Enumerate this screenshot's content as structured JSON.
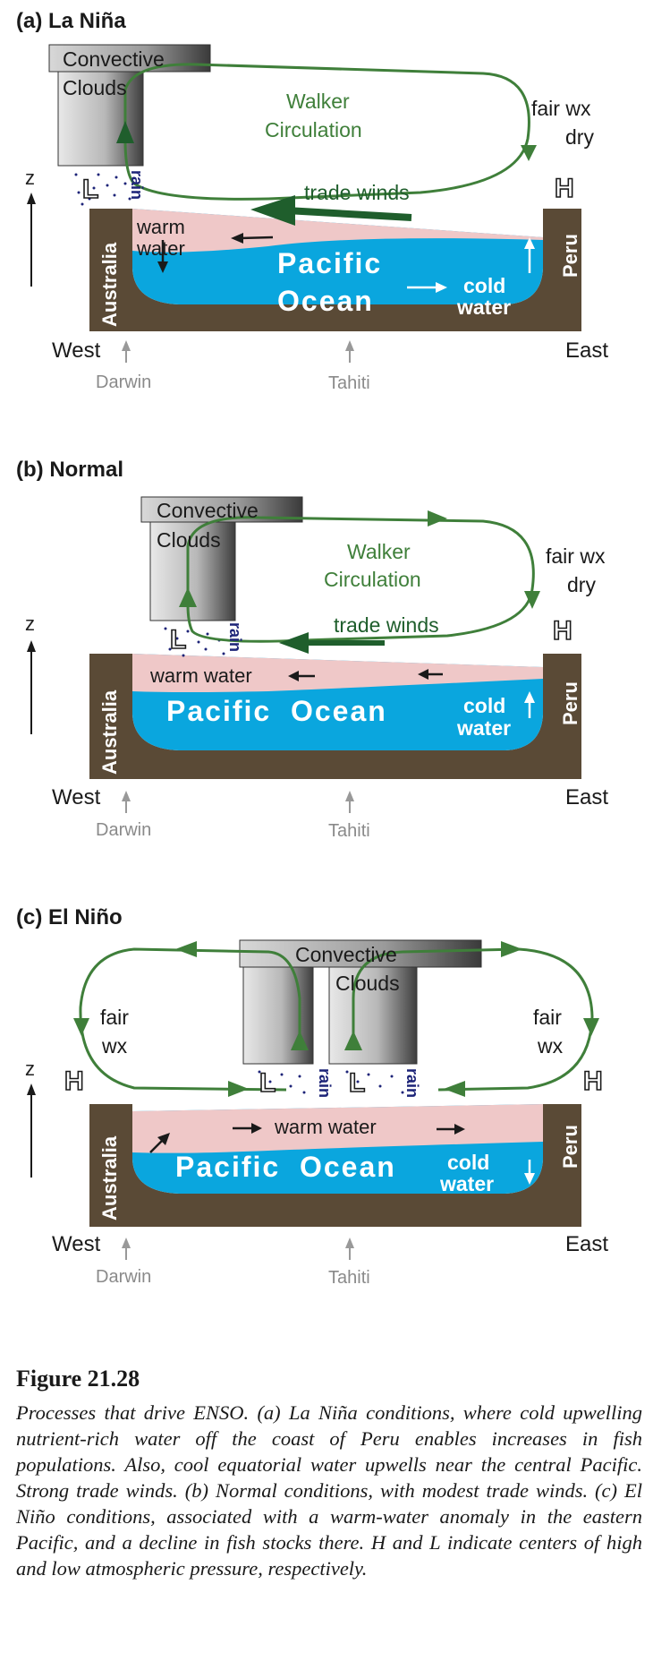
{
  "panels": {
    "a": {
      "title": "(a) La Niña",
      "conv_top": "Convective",
      "conv_bottom": "Clouds",
      "walker1": "Walker",
      "walker2": "Circulation",
      "fair1": "fair wx",
      "fair2": "dry",
      "trade": "trade winds",
      "rain": "rain",
      "warm1": "warm",
      "warm2": "water",
      "ocean1": "Pacific",
      "ocean2": "Ocean",
      "cold1": "cold",
      "cold2": "water",
      "australia": "Australia",
      "peru": "Peru",
      "H": "H",
      "L": "L",
      "z": "z",
      "west": "West",
      "east": "East",
      "darwin": "Darwin",
      "tahiti": "Tahiti"
    },
    "b": {
      "title": "(b) Normal",
      "conv_top": "Convective",
      "conv_bottom": "Clouds",
      "walker1": "Walker",
      "walker2": "Circulation",
      "fair1": "fair wx",
      "fair2": "dry",
      "trade": "trade winds",
      "rain": "rain",
      "warm": "warm water",
      "ocean": "Pacific  Ocean",
      "cold1": "cold",
      "cold2": "water",
      "australia": "Australia",
      "peru": "Peru",
      "H": "H",
      "L": "L",
      "z": "z",
      "west": "West",
      "east": "East",
      "darwin": "Darwin",
      "tahiti": "Tahiti"
    },
    "c": {
      "title": "(c) El Niño",
      "conv_top": "Convective",
      "conv_bottom": "Clouds",
      "fair_w1": "fair",
      "fair_w2": "wx",
      "fair_e1": "fair",
      "fair_e2": "wx",
      "rain": "rain",
      "warm": "warm water",
      "ocean": "Pacific  Ocean",
      "cold1": "cold",
      "cold2": "water",
      "australia": "Australia",
      "peru": "Peru",
      "H": "H",
      "L": "L",
      "z": "z",
      "west": "West",
      "east": "East",
      "darwin": "Darwin",
      "tahiti": "Tahiti"
    }
  },
  "caption": {
    "figure": "Figure 21.28",
    "text": "Processes that drive ENSO.  (a) La Niña conditions, where cold upwelling nutrient-rich water off the coast of Peru enables increases in fish populations.  Also, cool equatorial water upwells near the central Pacific.  Strong trade winds.  (b) Normal conditions, with modest trade winds.   (c) El Niño conditions, associated with a warm-water anomaly in the eastern Pacific, and a decline in fish stocks there.   H and L indicate centers of high and low atmospheric pressure, respectively."
  },
  "colors": {
    "land": "#5a4a36",
    "ocean": "#0aa6de",
    "warm": "#efc8c8",
    "circulation": "#3f7f3a",
    "trade_arrow": "#1f5e2c",
    "rain": "#1d2478"
  }
}
